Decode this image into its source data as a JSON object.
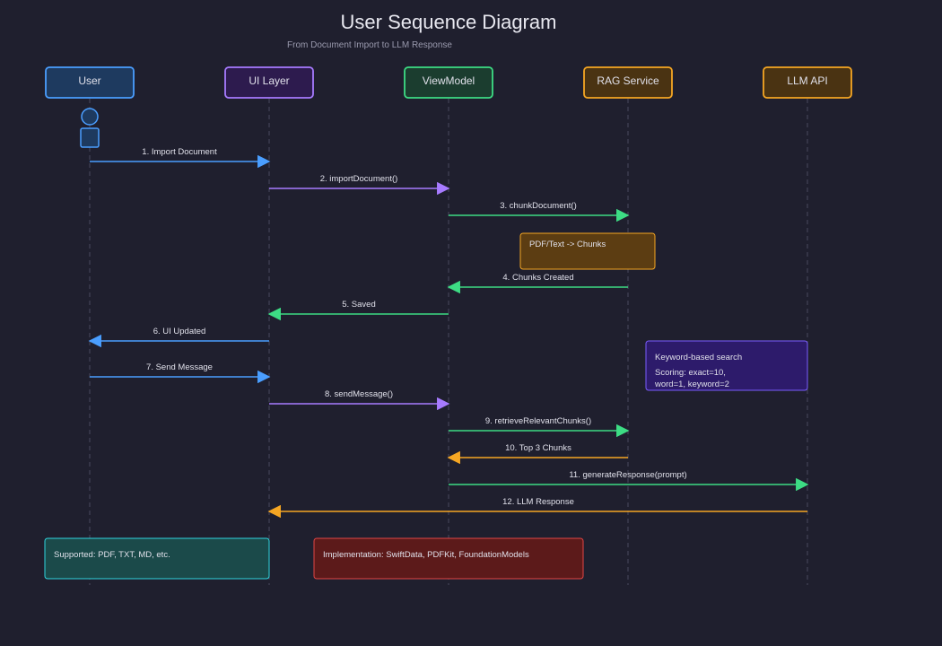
{
  "title": "User Sequence Diagram",
  "subtitle": "From Document Import to LLM Response",
  "participants": [
    {
      "id": "user",
      "label": "User",
      "fill": "#1e3a5f",
      "stroke": "#4a9eff"
    },
    {
      "id": "ui",
      "label": "UI Layer",
      "fill": "#2d1b4e",
      "stroke": "#a77bff"
    },
    {
      "id": "vm",
      "label": "ViewModel",
      "fill": "#1b3d2f",
      "stroke": "#3ddc84"
    },
    {
      "id": "rag",
      "label": "RAG Service",
      "fill": "#4a3312",
      "stroke": "#f5a623"
    },
    {
      "id": "llm",
      "label": "LLM API",
      "fill": "#4a3312",
      "stroke": "#f5a623"
    }
  ],
  "messages": [
    {
      "n": 1,
      "label": "1. Import Document",
      "from": "user",
      "to": "ui",
      "color": "#4a9eff"
    },
    {
      "n": 2,
      "label": "2. importDocument()",
      "from": "ui",
      "to": "vm",
      "color": "#a77bff"
    },
    {
      "n": 3,
      "label": "3. chunkDocument()",
      "from": "vm",
      "to": "rag",
      "color": "#3ddc84"
    },
    {
      "n": 4,
      "label": "4. Chunks Created",
      "from": "rag",
      "to": "vm",
      "color": "#3ddc84"
    },
    {
      "n": 5,
      "label": "5. Saved",
      "from": "vm",
      "to": "ui",
      "color": "#3ddc84"
    },
    {
      "n": 6,
      "label": "6. UI Updated",
      "from": "ui",
      "to": "user",
      "color": "#4a9eff"
    },
    {
      "n": 7,
      "label": "7. Send Message",
      "from": "user",
      "to": "ui",
      "color": "#4a9eff"
    },
    {
      "n": 8,
      "label": "8. sendMessage()",
      "from": "ui",
      "to": "vm",
      "color": "#a77bff"
    },
    {
      "n": 9,
      "label": "9. retrieveRelevantChunks()",
      "from": "vm",
      "to": "rag",
      "color": "#3ddc84"
    },
    {
      "n": 10,
      "label": "10. Top 3 Chunks",
      "from": "rag",
      "to": "vm",
      "color": "#f5a623"
    },
    {
      "n": 11,
      "label": "11. generateResponse(prompt)",
      "from": "vm",
      "to": "llm",
      "color": "#3ddc84"
    },
    {
      "n": 12,
      "label": "12. LLM Response",
      "from": "llm",
      "to": "ui",
      "color": "#f5a623"
    }
  ],
  "notes": [
    {
      "id": "chunks",
      "lines": [
        "PDF/Text -> Chunks"
      ],
      "fill": "#5c3d12",
      "stroke": "#f5a623"
    },
    {
      "id": "search",
      "lines": [
        "Keyword-based search",
        "Scoring: exact=10,",
        "word=1, keyword=2"
      ],
      "fill": "#2d1b6b",
      "stroke": "#7a5cff"
    },
    {
      "id": "supported",
      "lines": [
        "Supported: PDF, TXT, MD, etc."
      ],
      "fill": "#1b4a4a",
      "stroke": "#2fd6e0"
    },
    {
      "id": "impl",
      "lines": [
        "Implementation: SwiftData, PDFKit, FoundationModels"
      ],
      "fill": "#5c1a1a",
      "stroke": "#e04545"
    }
  ],
  "colors": {
    "background": "#1f1f2e",
    "lifeline": "#4a4a5e",
    "title": "#e8e8f0",
    "subtitle": "#9a9aae",
    "text": "#e0e0ea"
  }
}
